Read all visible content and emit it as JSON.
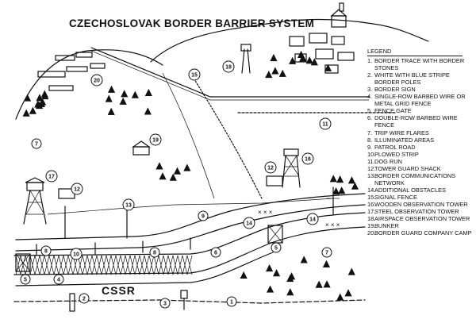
{
  "title": "CZECHOSLOVAK BORDER BARRIER SYSTEM",
  "country_label": "CSSR",
  "legend": {
    "heading": "LEGEND",
    "items": [
      {
        "num": "1.",
        "text": "BORDER TRACE WITH BORDER STONES"
      },
      {
        "num": "2.",
        "text": "WHITE WITH BLUE STRIPE BORDER POLES"
      },
      {
        "num": "3.",
        "text": "BORDER SIGN"
      },
      {
        "num": "4.",
        "text": "SINGLE-ROW BARBED WIRE OR METAL GRID FENCE"
      },
      {
        "num": "5.",
        "text": "FENCE GATE"
      },
      {
        "num": "6.",
        "text": "DOUBLE-ROW BARBED WIRE FENCE"
      },
      {
        "num": "7.",
        "text": "TRIP WIRE FLARES"
      },
      {
        "num": "8.",
        "text": "ILLUMINATED AREAS"
      },
      {
        "num": "9.",
        "text": "PATROL ROAD"
      },
      {
        "num": "10.",
        "text": "PLOWED STRIP"
      },
      {
        "num": "11.",
        "text": "DOG RUN"
      },
      {
        "num": "12.",
        "text": "TOWER GUARD SHACK"
      },
      {
        "num": "13.",
        "text": "BORDER COMMUNICATIONS NETWORK"
      },
      {
        "num": "14.",
        "text": "ADDITIONAL OBSTACLES"
      },
      {
        "num": "15.",
        "text": "SIGNAL FENCE"
      },
      {
        "num": "16.",
        "text": "WOODEN OBSERVATION TOWER"
      },
      {
        "num": "17.",
        "text": "STEEL OBSERVATION TOWER"
      },
      {
        "num": "18.",
        "text": "AIRSPACE OBSERVATION TOWER"
      },
      {
        "num": "19.",
        "text": "BUNKER"
      },
      {
        "num": "20.",
        "text": "BORDER GUARD COMPANY CAMP"
      }
    ]
  },
  "callouts": [
    "1",
    "2",
    "3",
    "4",
    "5",
    "5",
    "6",
    "7",
    "7",
    "8",
    "8",
    "9",
    "10",
    "11",
    "12",
    "12",
    "13",
    "14",
    "14",
    "15",
    "16",
    "17",
    "18",
    "19",
    "20"
  ],
  "obstacle_marks": [
    "× × ×",
    "× × ×"
  ]
}
